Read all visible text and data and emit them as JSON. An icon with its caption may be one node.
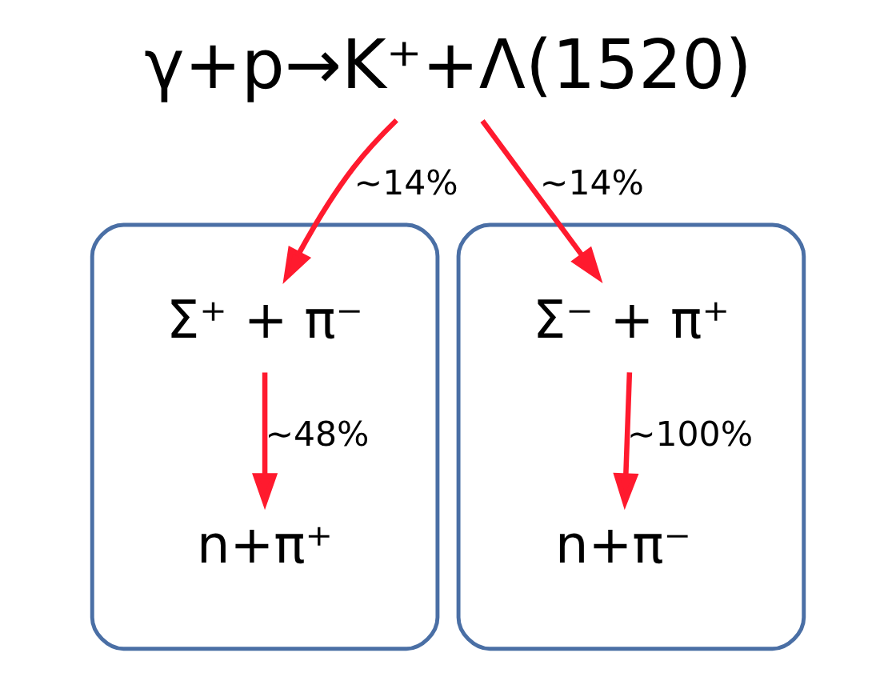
{
  "diagram": {
    "nodes": [
      {
        "text": [
          "γ+p→K⁺+Λ(1520)"
        ]
      },
      {
        "text": [],
        "shape": "ellipse"
      },
      {
        "text": [
          "Σ⁺ + π⁻"
        ],
        "in": 1
      },
      {
        "text": [
          "n+π⁺"
        ],
        "in": 1
      },
      {
        "text": [],
        "shape": "ellipse"
      },
      {
        "text": [
          "Σ⁻ + π⁺"
        ],
        "in": 4
      },
      {
        "text": [
          "n+π⁻"
        ],
        "in": 4
      }
    ],
    "edges": [
      {
        "from": 0,
        "to": 2,
        "arrow": "to",
        "label": "~14%"
      },
      {
        "from": 0,
        "to": 5,
        "arrow": "to",
        "label": "~14%"
      },
      {
        "from": 2,
        "to": 3,
        "arrow": "to",
        "label": "~48%"
      },
      {
        "from": 5,
        "to": 6,
        "arrow": "to",
        "label": "~100%"
      }
    ]
  }
}
